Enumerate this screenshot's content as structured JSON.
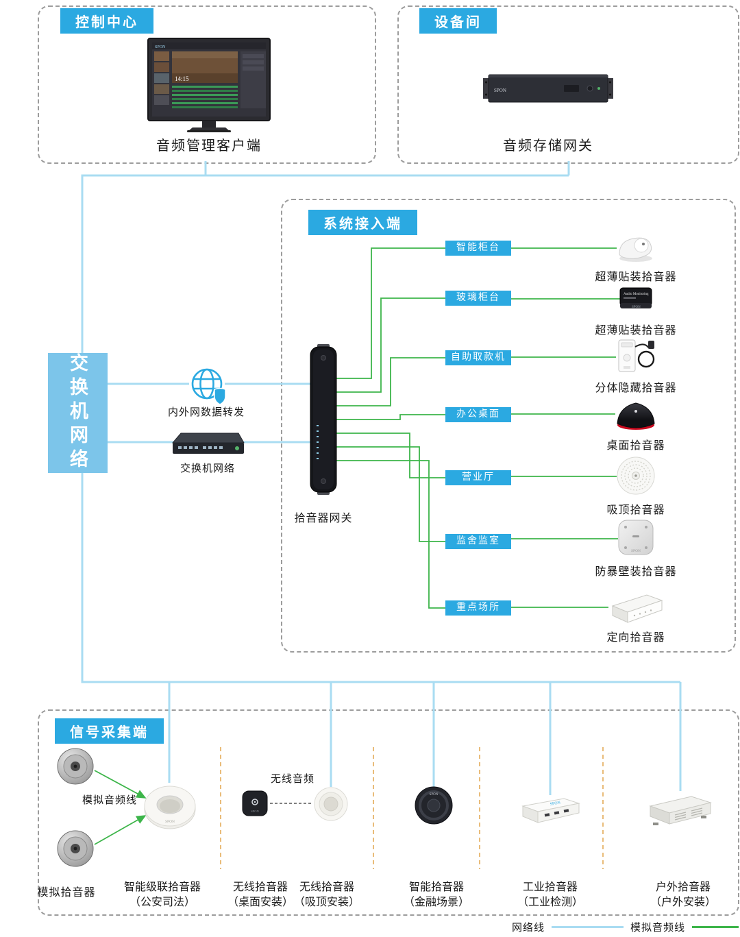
{
  "brand": "SPON",
  "colors": {
    "accent": "#2BA9E1",
    "panel_blue": "#7CC5EA",
    "network_line": "#A9DCF2",
    "analog_line": "#3DB54A",
    "separator_line": "#E2A64E"
  },
  "legend": {
    "network": "网络线",
    "analog": "模拟音频线"
  },
  "control_center": {
    "title": "控制中心",
    "client_label": "音频管理客户端",
    "screen_time": "14:15"
  },
  "equipment_room": {
    "title": "设备间",
    "gateway_label": "音频存储网关"
  },
  "core": {
    "switch_panel": "交换机网络",
    "forward_label": "内外网数据转发",
    "switch_label": "交换机网络",
    "pickup_gateway_label": "拾音器网关"
  },
  "access": {
    "title": "系统接入端",
    "device_screen_text": "Audio Monitoring",
    "rows": [
      {
        "scene": "智能柜台",
        "device": "超薄贴装拾音器"
      },
      {
        "scene": "玻璃柜台",
        "device": "超薄贴装拾音器"
      },
      {
        "scene": "自助取款机",
        "device": "分体隐藏拾音器"
      },
      {
        "scene": "办公桌面",
        "device": "桌面拾音器"
      },
      {
        "scene": "营业厅",
        "device": "吸顶拾音器"
      },
      {
        "scene": "监舍监室",
        "device": "防暴壁装拾音器"
      },
      {
        "scene": "重点场所",
        "device": "定向拾音器"
      }
    ]
  },
  "collection": {
    "title": "信号采集端",
    "analog_link_label": "模拟音频线",
    "wireless_link_label": "无线音频",
    "devices": [
      {
        "name": "模拟拾音器",
        "sub": ""
      },
      {
        "name": "智能级联拾音器",
        "sub": "（公安司法）"
      },
      {
        "name": "无线拾音器",
        "sub": "（桌面安装）"
      },
      {
        "name": "无线拾音器",
        "sub": "（吸顶安装）"
      },
      {
        "name": "智能拾音器",
        "sub": "（金融场景）"
      },
      {
        "name": "工业拾音器",
        "sub": "（工业检测）"
      },
      {
        "name": "户外拾音器",
        "sub": "（户外安装）"
      }
    ]
  }
}
